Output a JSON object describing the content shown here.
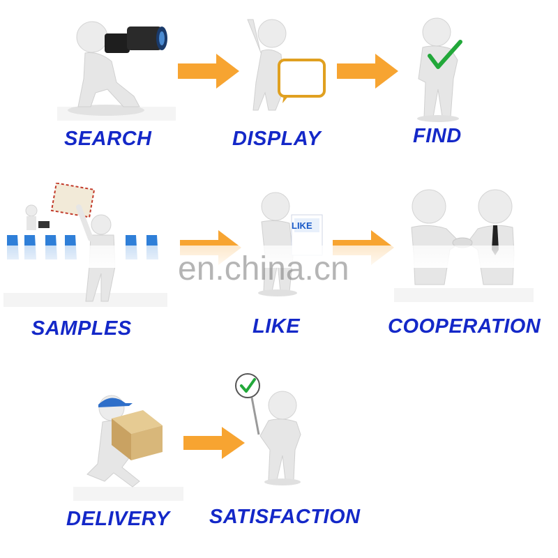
{
  "steps": [
    {
      "label": "SEARCH"
    },
    {
      "label": "DISPLAY"
    },
    {
      "label": "FIND"
    },
    {
      "label": "SAMPLES"
    },
    {
      "label": "LIKE"
    },
    {
      "label": "COOPERATION"
    },
    {
      "label": "DELIVERY"
    },
    {
      "label": "SATISFACTION"
    }
  ],
  "like_sign_text": "LIKE",
  "watermark": "en.china.cn",
  "colors": {
    "label": "#1428c8",
    "arrow": "#f7a431",
    "figure": "#e8e8e8",
    "check": "#22a83a",
    "speech_bubble_border": "#e0a020",
    "box": "#d8b77a",
    "cap": "#2f6fc9"
  },
  "icons": [
    "camera-icon",
    "speech-bubble-icon",
    "checkmark-icon",
    "envelope-icon",
    "like-sign-icon",
    "handshake-icon",
    "package-box-icon",
    "check-sign-icon"
  ]
}
